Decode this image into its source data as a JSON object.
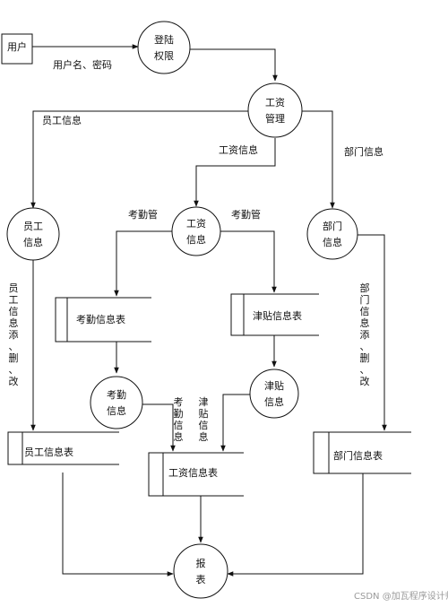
{
  "nodes": {
    "user": "用户",
    "login": [
      "登陆",
      "权限"
    ],
    "salary_mgmt": [
      "工资",
      "管理"
    ],
    "emp_info": [
      "员工",
      "信息"
    ],
    "salary_info": [
      "工资",
      "信息"
    ],
    "dept_info": [
      "部门",
      "信息"
    ],
    "attendance_table": "考勤信息表",
    "allowance_table": "津贴信息表",
    "attendance_info": [
      "考勤",
      "信息"
    ],
    "allowance_info": [
      "津贴",
      "信息"
    ],
    "emp_table": "员工信息表",
    "salary_table": "工资信息表",
    "dept_table": "部门信息表",
    "report": [
      "报",
      "表"
    ]
  },
  "edges": {
    "user_login": "用户名、密码",
    "mgmt_emp": "员工信息",
    "mgmt_salary": "工资信息",
    "mgmt_dept": "部门信息",
    "salary_attendance": "考勤管",
    "salary_allowance": "考勤管",
    "emp_crud": "员工信息添、删、改",
    "dept_crud": "部门信息添、删、改",
    "att_to_salary": "考勤信息",
    "allow_to_salary": "津贴信息"
  },
  "watermark": "CSDN @加瓦程序设计师"
}
